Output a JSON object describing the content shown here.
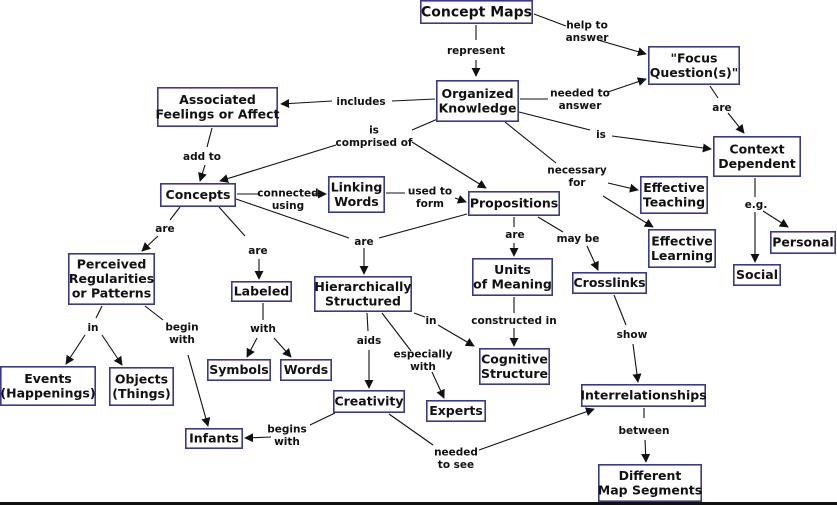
{
  "title": "Concept Maps",
  "colors": {
    "node_border": "#3a3a8c",
    "text": "#111111",
    "edge": "#111111",
    "background": "#ffffff"
  },
  "nodes": [
    {
      "id": "concept-maps",
      "lines": [
        "Concept Maps"
      ]
    },
    {
      "id": "organized-knowledge",
      "lines": [
        "Organized",
        "Knowledge"
      ]
    },
    {
      "id": "focus-questions",
      "lines": [
        "\"Focus",
        "Question(s)\""
      ]
    },
    {
      "id": "associated-feelings",
      "lines": [
        "Associated",
        "Feelings or Affect"
      ]
    },
    {
      "id": "context-dependent",
      "lines": [
        "Context",
        "Dependent"
      ]
    },
    {
      "id": "concepts",
      "lines": [
        "Concepts"
      ]
    },
    {
      "id": "linking-words",
      "lines": [
        "Linking",
        "Words"
      ]
    },
    {
      "id": "propositions",
      "lines": [
        "Propositions"
      ]
    },
    {
      "id": "effective-teaching",
      "lines": [
        "Effective",
        "Teaching"
      ]
    },
    {
      "id": "effective-learning",
      "lines": [
        "Effective",
        "Learning"
      ]
    },
    {
      "id": "social",
      "lines": [
        "Social"
      ]
    },
    {
      "id": "personal",
      "lines": [
        "Personal"
      ]
    },
    {
      "id": "perceived-regularities",
      "lines": [
        "Perceived",
        "Regularities",
        "or Patterns"
      ]
    },
    {
      "id": "labeled",
      "lines": [
        "Labeled"
      ]
    },
    {
      "id": "hierarchically-structured",
      "lines": [
        "Hierarchically",
        "Structured"
      ]
    },
    {
      "id": "units-of-meaning",
      "lines": [
        "Units",
        "of Meaning"
      ]
    },
    {
      "id": "crosslinks",
      "lines": [
        "Crosslinks"
      ]
    },
    {
      "id": "events",
      "lines": [
        "Events",
        "(Happenings)"
      ]
    },
    {
      "id": "objects",
      "lines": [
        "Objects",
        "(Things)"
      ]
    },
    {
      "id": "symbols",
      "lines": [
        "Symbols"
      ]
    },
    {
      "id": "words",
      "lines": [
        "Words"
      ]
    },
    {
      "id": "cognitive-structure",
      "lines": [
        "Cognitive",
        "Structure"
      ]
    },
    {
      "id": "creativity",
      "lines": [
        "Creativity"
      ]
    },
    {
      "id": "experts",
      "lines": [
        "Experts"
      ]
    },
    {
      "id": "interrelationships",
      "lines": [
        "Interrelationships"
      ]
    },
    {
      "id": "infants",
      "lines": [
        "Infants"
      ]
    },
    {
      "id": "different-map-segments",
      "lines": [
        "Different",
        "Map Segments"
      ]
    }
  ],
  "links": [
    {
      "id": "represent",
      "lines": [
        "represent"
      ],
      "from": "concept-maps",
      "to": [
        "organized-knowledge"
      ]
    },
    {
      "id": "help-to-answer",
      "lines": [
        "help to",
        "answer"
      ],
      "from": "concept-maps",
      "to": [
        "focus-questions"
      ]
    },
    {
      "id": "needed-to-answer",
      "lines": [
        "needed to",
        "answer"
      ],
      "from": "organized-knowledge",
      "to": [
        "focus-questions"
      ]
    },
    {
      "id": "includes",
      "lines": [
        "includes"
      ],
      "from": "organized-knowledge",
      "to": [
        "associated-feelings"
      ]
    },
    {
      "id": "is",
      "lines": [
        "is"
      ],
      "from": "organized-knowledge",
      "to": [
        "context-dependent"
      ]
    },
    {
      "id": "are-fq",
      "lines": [
        "are"
      ],
      "from": "focus-questions",
      "to": [
        "context-dependent"
      ]
    },
    {
      "id": "is-comprised-of",
      "lines": [
        "is",
        "comprised of"
      ],
      "from": "organized-knowledge",
      "to": [
        "concepts",
        "propositions"
      ]
    },
    {
      "id": "necessary-for",
      "lines": [
        "necessary",
        "for"
      ],
      "from": "organized-knowledge",
      "to": [
        "effective-teaching",
        "effective-learning"
      ]
    },
    {
      "id": "add-to",
      "lines": [
        "add to"
      ],
      "from": "associated-feelings",
      "to": [
        "concepts"
      ]
    },
    {
      "id": "eg",
      "lines": [
        "e.g."
      ],
      "from": "context-dependent",
      "to": [
        "social",
        "personal"
      ]
    },
    {
      "id": "connected-using",
      "lines": [
        "connected",
        "using"
      ],
      "from": "concepts",
      "to": [
        "linking-words"
      ]
    },
    {
      "id": "used-to-form",
      "lines": [
        "used to",
        "form"
      ],
      "from": "linking-words",
      "to": [
        "propositions"
      ]
    },
    {
      "id": "are-concepts-perceived",
      "lines": [
        "are"
      ],
      "from": "concepts",
      "to": [
        "perceived-regularities"
      ]
    },
    {
      "id": "are-concepts-labeled",
      "lines": [
        "are"
      ],
      "from": "concepts",
      "to": [
        "labeled"
      ]
    },
    {
      "id": "are-hier",
      "lines": [
        "are"
      ],
      "from": "concepts",
      "to": [
        "hierarchically-structured"
      ],
      "also_from": "propositions"
    },
    {
      "id": "are-units",
      "lines": [
        "are"
      ],
      "from": "propositions",
      "to": [
        "units-of-meaning"
      ]
    },
    {
      "id": "may-be",
      "lines": [
        "may be"
      ],
      "from": "propositions",
      "to": [
        "crosslinks"
      ]
    },
    {
      "id": "in-perceived",
      "lines": [
        "in"
      ],
      "from": "perceived-regularities",
      "to": [
        "events",
        "objects"
      ]
    },
    {
      "id": "begin-with",
      "lines": [
        "begin",
        "with"
      ],
      "from": "perceived-regularities",
      "to": [
        "infants"
      ]
    },
    {
      "id": "with",
      "lines": [
        "with"
      ],
      "from": "labeled",
      "to": [
        "symbols",
        "words"
      ]
    },
    {
      "id": "in-hier",
      "lines": [
        "in"
      ],
      "from": "hierarchically-structured",
      "to": [
        "cognitive-structure"
      ]
    },
    {
      "id": "aids",
      "lines": [
        "aids"
      ],
      "from": "hierarchically-structured",
      "to": [
        "creativity"
      ]
    },
    {
      "id": "especially-with",
      "lines": [
        "especially",
        "with"
      ],
      "from": "hierarchically-structured",
      "to": [
        "experts"
      ]
    },
    {
      "id": "constructed-in",
      "lines": [
        "constructed in"
      ],
      "from": "units-of-meaning",
      "to": [
        "cognitive-structure"
      ]
    },
    {
      "id": "show",
      "lines": [
        "show"
      ],
      "from": "crosslinks",
      "to": [
        "interrelationships"
      ]
    },
    {
      "id": "begins-with",
      "lines": [
        "begins",
        "with"
      ],
      "from": "creativity",
      "to": [
        "infants"
      ]
    },
    {
      "id": "needed-to-see",
      "lines": [
        "needed",
        "to see"
      ],
      "from": "creativity",
      "to": [
        "interrelationships"
      ]
    },
    {
      "id": "between",
      "lines": [
        "between"
      ],
      "from": "interrelationships",
      "to": [
        "different-map-segments"
      ]
    }
  ]
}
